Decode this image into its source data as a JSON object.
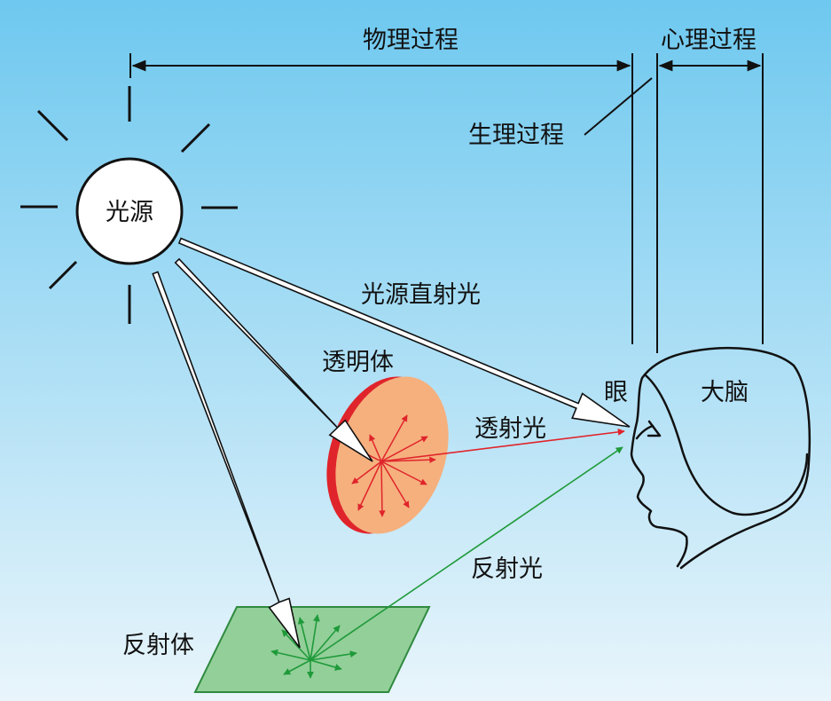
{
  "labels": {
    "physical_process": "物理过程",
    "psychological_process": "心理过程",
    "physiological_process": "生理过程",
    "light_source": "光源",
    "direct_light": "光源直射光",
    "transparent_body": "透明体",
    "transmitted_light": "透射光",
    "eye": "眼",
    "brain": "大脑",
    "reflected_light": "反射光",
    "reflector": "反射体"
  },
  "colors": {
    "bg_top": "#6ec8ef",
    "bg_bottom": "#e9f5fb",
    "disc_fill": "#f5b07e",
    "disc_rim": "#e0242b",
    "ray_red": "#e0242b",
    "plane_fill": "#93cf99",
    "plane_stroke": "#2f8a3f",
    "ray_green": "#1f9a3a"
  }
}
